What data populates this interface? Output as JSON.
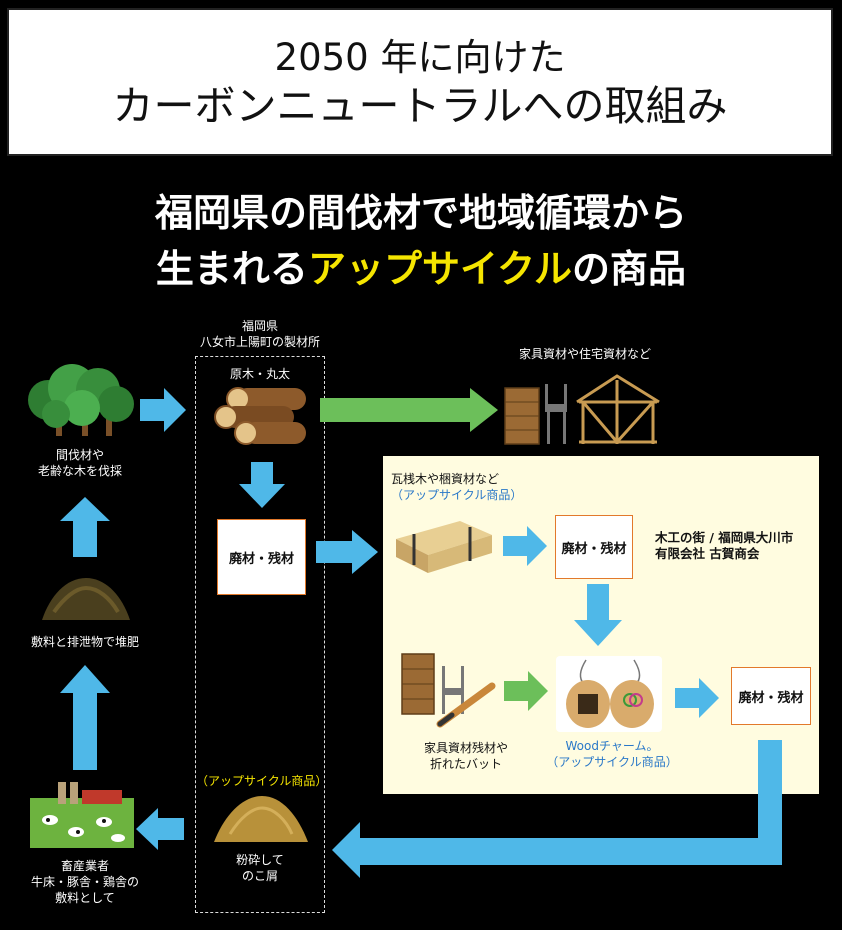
{
  "title": {
    "line1": "2050 年に向けた",
    "line2": "カーボンニュートラルへの取組み"
  },
  "subtitle": {
    "line1": "福岡県の間伐材で地域循環から",
    "line2_pre": "生まれる",
    "line2_highlight": "アップサイクル",
    "line2_post": "の商品"
  },
  "colors": {
    "highlight": "#f5e500",
    "arrow_blue": "#4fb8e8",
    "arrow_green": "#6cbf5a",
    "panel_bg": "#fffce0",
    "box_border": "#e2792b",
    "blue_text": "#2a78c8"
  },
  "sawmill": {
    "line1": "福岡県",
    "line2": "八女市上陽町の製材所"
  },
  "nodes": {
    "forest": {
      "line1": "間伐材や",
      "line2": "老齢な木を伐採"
    },
    "compost": "敷料と排泄物で堆肥",
    "livestock": {
      "line1": "畜産業者",
      "line2": "牛床・豚舎・鶏舎の",
      "line3": "敷料として"
    },
    "logs": "原木・丸太",
    "waste1": "廃材・残材",
    "sawdust_tag": "（アップサイクル商品）",
    "sawdust": {
      "line1": "粉砕して",
      "line2": "のこ屑"
    },
    "furniture_top": "家具資材や住宅資材など",
    "pallet": {
      "line1": "瓦桟木や梱資材など",
      "line2": "（アップサイクル商品）"
    },
    "waste2": "廃材・残材",
    "company": {
      "line1": "木工の街 / 福岡県大川市",
      "line2": "有限会社 古賀商会"
    },
    "furniture_bat": {
      "line1": "家具資材残材や",
      "line2": "折れたバット"
    },
    "charm": {
      "line1": "Woodチャーム。",
      "line2": "（アップサイクル商品）"
    },
    "waste3": "廃材・残材"
  }
}
